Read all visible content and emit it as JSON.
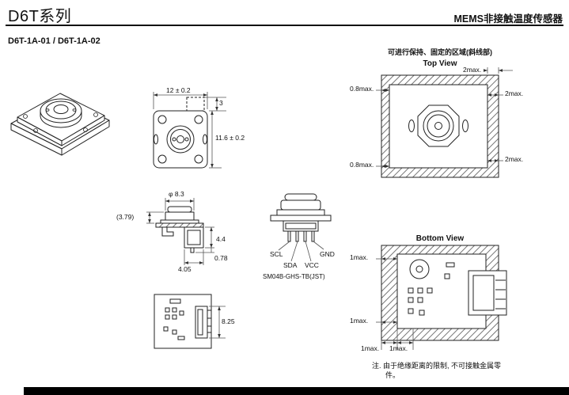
{
  "header": {
    "title": "D6T系列",
    "subtitle": "MEMS非接触温度传感器"
  },
  "models": "D6T-1A-01 / D6T-1A-02",
  "front_view": {
    "dim_width": "12 ± 0.2",
    "dim_offset": "3",
    "dim_height": "11.6 ± 0.2"
  },
  "top_view": {
    "heading": "可进行保持、固定的区域(斜线部)",
    "title": "Top View",
    "dim_top": "2max.",
    "dim_left_top": "0.8max.",
    "dim_left_bottom": "0.8max.",
    "dim_right_top": "2max.",
    "dim_right_bottom": "2max."
  },
  "bottom_view": {
    "title": "Bottom View",
    "dim_left_top": "1max.",
    "dim_left_bottom": "1max.",
    "dim_bottom_left": "1max.",
    "dim_bottom_right": "1max."
  },
  "side_view": {
    "dim_diameter": "φ 8.3",
    "dim_ref_height": "(3.79)",
    "dim_connector_height": "4.4",
    "dim_pin": "0.78",
    "dim_connector_width": "4.05"
  },
  "pin_view": {
    "scl": "SCL",
    "sda": "SDA",
    "vcc": "VCC",
    "gnd": "GND",
    "part_no": "SM04B-GHS-TB(JST)"
  },
  "pcb_view": {
    "dim_height": "8.25"
  },
  "note": {
    "line1": "注.  由于绝缘距离的限制, 不可接触金属零",
    "line2": "件。"
  }
}
